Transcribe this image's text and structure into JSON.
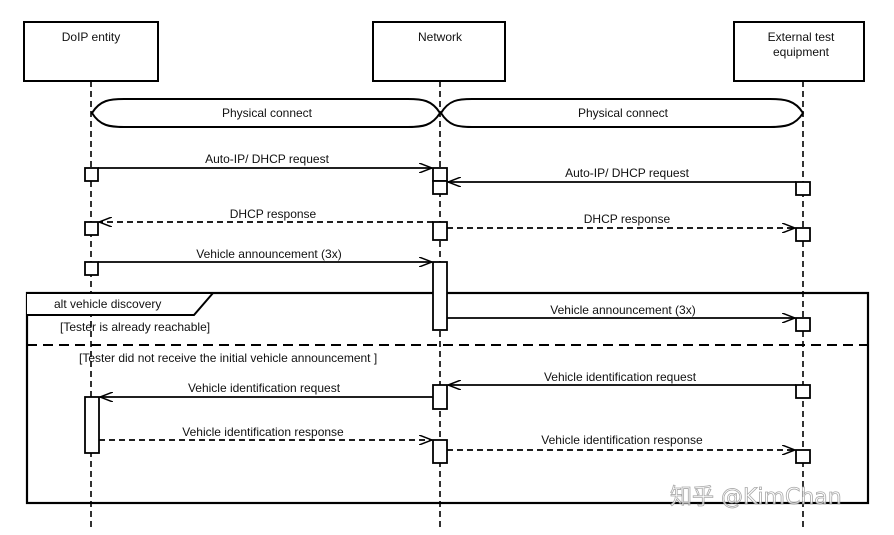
{
  "diagram": {
    "type": "sequence",
    "participants": [
      {
        "id": "doip",
        "lines": [
          "DoIP entity"
        ]
      },
      {
        "id": "network",
        "lines": [
          "Network"
        ]
      },
      {
        "id": "tester",
        "lines": [
          "External test",
          "equipment"
        ]
      }
    ],
    "physical_connect": [
      {
        "from": "doip",
        "to": "network",
        "label": "Physical connect"
      },
      {
        "from": "network",
        "to": "tester",
        "label": "Physical connect"
      }
    ],
    "messages": [
      {
        "from": "doip",
        "to": "network",
        "label": "Auto-IP/ DHCP request",
        "style": "solid"
      },
      {
        "from": "tester",
        "to": "network",
        "label": "Auto-IP/ DHCP request",
        "style": "solid"
      },
      {
        "from": "network",
        "to": "doip",
        "label": "DHCP response",
        "style": "dashed"
      },
      {
        "from": "network",
        "to": "tester",
        "label": "DHCP response",
        "style": "dashed"
      },
      {
        "from": "doip",
        "to": "network",
        "label": "Vehicle announcement  (3x)",
        "style": "solid"
      },
      {
        "from": "network",
        "to": "tester",
        "label": "Vehicle announcement (3x)",
        "style": "solid"
      },
      {
        "from": "tester",
        "to": "network",
        "label": "Vehicle identification request",
        "style": "solid"
      },
      {
        "from": "network",
        "to": "doip",
        "label": "Vehicle identification request",
        "style": "solid"
      },
      {
        "from": "doip",
        "to": "network",
        "label": "Vehicle identification response",
        "style": "dashed"
      },
      {
        "from": "network",
        "to": "tester",
        "label": "Vehicle identification response",
        "style": "dashed"
      }
    ],
    "alt_frame": {
      "title": "alt vehicle discovery",
      "guard_1": "[Tester is already reachable]",
      "guard_2": "[Tester did not receive the initial vehicle announcement ]"
    }
  },
  "watermark": "知乎 @KimChan"
}
